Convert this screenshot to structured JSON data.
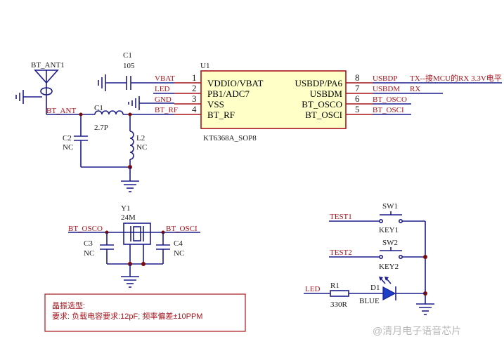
{
  "antenna": {
    "ref": "BT_ANT1",
    "net": "BT_ANT"
  },
  "match": {
    "c1_ref": "C1",
    "c1_val": "2.7P",
    "c2_ref": "C2",
    "c2_val": "NC",
    "l2_ref": "L2",
    "l2_val": "NC"
  },
  "bypass": {
    "ref": "C1",
    "val": "105"
  },
  "ic": {
    "ref": "U1",
    "part": "KT6368A_SOP8",
    "left_pins": [
      {
        "num": "1",
        "name": "VDDIO/VBAT",
        "net": "VBAT"
      },
      {
        "num": "2",
        "name": "PB1/ADC7",
        "net": "LED"
      },
      {
        "num": "3",
        "name": "VSS",
        "net": "GND"
      },
      {
        "num": "4",
        "name": "BT_RF",
        "net": "BT_RF"
      }
    ],
    "right_pins": [
      {
        "num": "8",
        "name": "USBDP/PA6",
        "net": "USBDP"
      },
      {
        "num": "7",
        "name": "USBDM",
        "net": "USBDM"
      },
      {
        "num": "6",
        "name": "BT_OSCO",
        "net": "BT_OSCO"
      },
      {
        "num": "5",
        "name": "BT_OSCI",
        "net": "BT_OSCI"
      }
    ],
    "usbdp_note": "TX--接MCU的RX 3.3V电平",
    "usbdm_note": "RX"
  },
  "crystal": {
    "ref": "Y1",
    "val": "24M",
    "net_left": "BT_OSCO",
    "net_right": "BT_OSCI",
    "c3_ref": "C3",
    "c3_val": "NC",
    "c4_ref": "C4",
    "c4_val": "NC"
  },
  "switches": [
    {
      "net": "TEST1",
      "ref": "SW1",
      "label": "KEY1"
    },
    {
      "net": "TEST2",
      "ref": "SW2",
      "label": "KEY2"
    }
  ],
  "led": {
    "net": "LED",
    "r_ref": "R1",
    "r_val": "330R",
    "d_ref": "D1",
    "d_val": "BLUE"
  },
  "note": {
    "title": "晶振选型:",
    "body": "要求: 负载电容要求:12pF; 频率偏差±10PPM"
  },
  "watermark": "@清月电子语音芯片"
}
